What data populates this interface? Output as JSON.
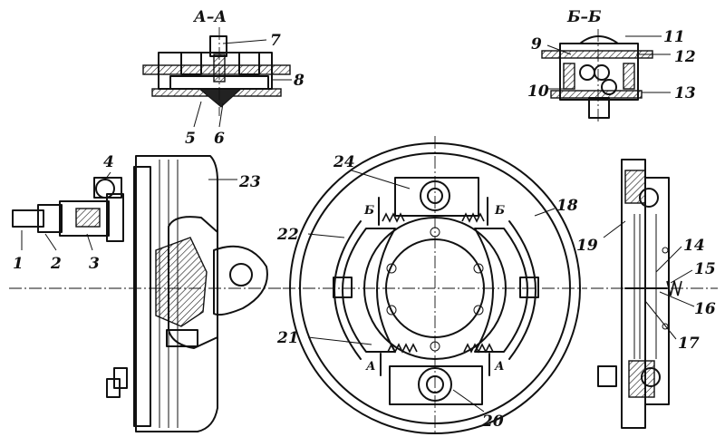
{
  "section_titles": {
    "aa": "А–А",
    "bb": "Б–Б"
  },
  "section_marks": {
    "b_left": "Б",
    "b_right": "Б",
    "a_left": "А",
    "a_right": "А"
  },
  "callouts": [
    "1",
    "2",
    "3",
    "4",
    "5",
    "6",
    "7",
    "8",
    "9",
    "10",
    "11",
    "12",
    "13",
    "14",
    "15",
    "16",
    "17",
    "18",
    "19",
    "20",
    "21",
    "22",
    "23",
    "24"
  ]
}
